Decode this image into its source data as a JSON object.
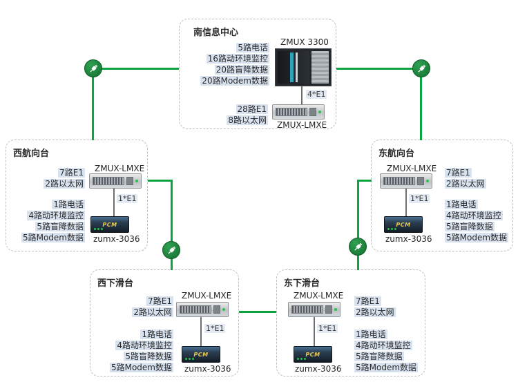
{
  "colors": {
    "connection_line": "#0aa33f",
    "node_circle": "#15702f",
    "label_background": "#d9e3f0",
    "canvas_background": "#ffffff"
  },
  "icons": {
    "node_icon": "fiber-plug"
  },
  "center": {
    "title": "南信息中心",
    "mux_label": "ZMUX 3300",
    "mux_lines": [
      "5路电话",
      "16路动环境监控",
      "20路盲降数据",
      "20路Modem数据"
    ],
    "link_label": "4*E1",
    "lmxe_label": "ZMUX-LMXE",
    "lmxe_lines": [
      "28路E1",
      "8路以太网"
    ]
  },
  "stations": {
    "west_course": {
      "title": "西航向台",
      "lmxe_label": "ZMUX-LMXE",
      "lmxe_lines": [
        "7路E1",
        "2路以太网"
      ],
      "link_label": "1*E1",
      "pcm_face": "PCM",
      "pcm_label": "zumx-3036",
      "pcm_lines": [
        "1路电话",
        "4路动环境监控",
        "5路盲降数据",
        "5路Modem数据"
      ]
    },
    "east_course": {
      "title": "东航向台",
      "lmxe_label": "ZMUX-LMXE",
      "lmxe_lines": [
        "7路E1",
        "2路以太网"
      ],
      "link_label": "1*E1",
      "pcm_face": "PCM",
      "pcm_label": "zumx-3036",
      "pcm_lines": [
        "1路电话",
        "4路动环境监控",
        "5路盲降数据",
        "5路Modem数据"
      ]
    },
    "west_glide": {
      "title": "西下滑台",
      "lmxe_label": "ZMUX-LMXE",
      "lmxe_lines": [
        "7路E1",
        "2路以太网"
      ],
      "link_label": "1*E1",
      "pcm_face": "PCM",
      "pcm_label": "zumx-3036",
      "pcm_lines": [
        "1路电话",
        "4路动环境监控",
        "5路盲降数据",
        "5路Modem数据"
      ]
    },
    "east_glide": {
      "title": "东下滑台",
      "lmxe_label": "ZMUX-LMXE",
      "lmxe_lines": [
        "7路E1",
        "2路以太网"
      ],
      "link_label": "1*E1",
      "pcm_face": "PCM",
      "pcm_label": "zumx-3036",
      "pcm_lines": [
        "1路电话",
        "4路动环境监控",
        "5路盲降数据",
        "5路Modem数据"
      ]
    }
  }
}
